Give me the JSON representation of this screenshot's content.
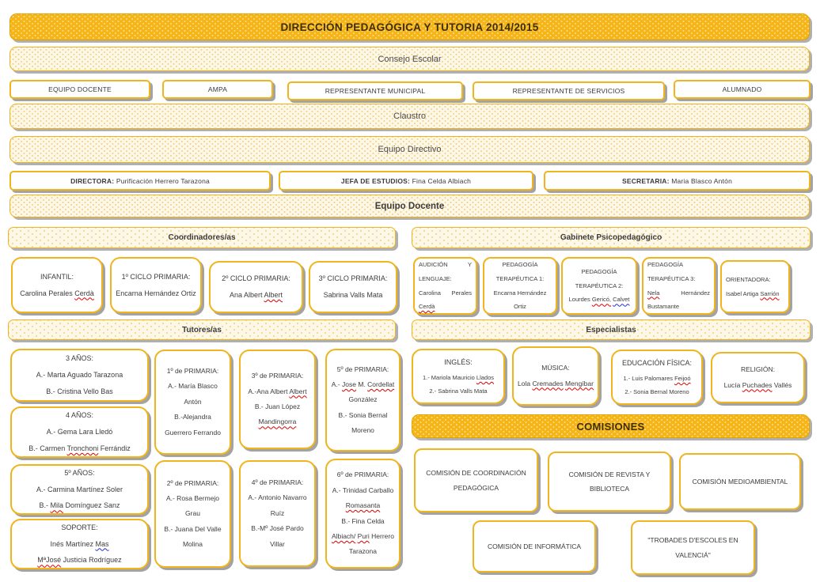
{
  "banners": {
    "title": "DIRECCIÓN PEDAGÓGICA Y TUTORIA 2014/2015",
    "consejo_escolar": "Consejo Escolar",
    "claustro": "Claustro",
    "equipo_directivo": "Equipo Directivo",
    "equipo_docente": "Equipo Docente",
    "comisiones": "COMISIONES"
  },
  "section_headers": {
    "coordinadores": "Coordinadores/as",
    "gabinete": "Gabinete Psicopedagógico",
    "tutores": "Tutores/as",
    "especialistas": "Especialistas"
  },
  "consejo_members": [
    "EQUIPO DOCENTE",
    "AMPA",
    "REPRESENTANTE MUNICIPAL",
    "REPRESENTANTE DE SERVICIOS",
    "ALUMNADO"
  ],
  "directivo": [
    {
      "label": "DIRECTORA:",
      "name": "Purificación Herrero Tarazona"
    },
    {
      "label": "JEFA DE ESTUDIOS:",
      "name": "Fina Celda Albiach"
    },
    {
      "label": "SECRETARIA:",
      "name": "Maria Blasco Antón"
    }
  ],
  "coordinadores": [
    {
      "title": "INFANTIL:",
      "lines": [
        "Carolina Perales Cerdà"
      ]
    },
    {
      "title": "1º CICLO PRIMARIA:",
      "lines": [
        "Encarna Hernández Ortiz"
      ]
    },
    {
      "title": "2º CICLO PRIMARIA:",
      "lines": [
        "Ana Albert Albert"
      ]
    },
    {
      "title": "3º CICLO PRIMARIA:",
      "lines": [
        "Sabrina Valls Mata"
      ]
    }
  ],
  "gabinete": [
    {
      "title": "AUDICIÓN Y LENGUAJE:",
      "lines": [
        "Carolina Perales Cerdà"
      ]
    },
    {
      "title": "PEDAGOGÍA TERAPÉUTICA 1:",
      "lines": [
        "Encarna Hernández Ortiz"
      ]
    },
    {
      "title": "PEDAGOGÍA TERAPÉUTICA 2:",
      "lines": [
        "Lourdes Gericó, Calvet"
      ]
    },
    {
      "title": "PEDAGOGÍA TERAPÉUTICA 3:",
      "lines": [
        "Nela Hernández Bustamante"
      ]
    },
    {
      "title": "ORIENTADORA:",
      "lines": [
        "Isabel Artiga Sarrión"
      ]
    }
  ],
  "tutores": [
    {
      "title": "3 AÑOS:",
      "lines": [
        "A.- Marta Aguado Tarazona",
        "B.- Cristina Vello Bas"
      ]
    },
    {
      "title": "4 AÑOS:",
      "lines": [
        "A.- Gema Lara Lledó",
        "B.- Carmen Tronchoni Ferrándiz"
      ]
    },
    {
      "title": "5º AÑOS:",
      "lines": [
        "A.- Carmina Martínez Soler",
        "B.- Mila Domínguez Sanz"
      ]
    },
    {
      "title": "SOPORTE:",
      "lines": [
        "Inés Martínez Mas",
        "MªJosé Justicia Rodríguez"
      ]
    },
    {
      "title": "1º de PRIMARIA:",
      "lines": [
        "A.- María Blasco Antón",
        "B.-Alejandra Guerrero Ferrando"
      ]
    },
    {
      "title": "2º de PRIMARIA:",
      "lines": [
        "A.- Rosa Bermejo Grau",
        "B.- Juana Del Valle Molina"
      ]
    },
    {
      "title": "3º de PRIMARIA:",
      "lines": [
        "A.-Ana Albert Albert",
        "B.- Juan López Mandingorra"
      ]
    },
    {
      "title": "4º de PRIMARIA:",
      "lines": [
        "A.- Antonio Navarro Ruíz",
        "B.-Mº José Pardo Villar"
      ]
    },
    {
      "title": "5º de PRIMARIA:",
      "lines": [
        "A.- Jose M. Cordellat González",
        "B.- Sonia Bernal Moreno"
      ]
    },
    {
      "title": "6º de PRIMARIA:",
      "lines": [
        "A.- Trinidad Carballo Romasanta",
        "B.- Fina Celda Albiach/ Puri Herrero Tarazona"
      ]
    }
  ],
  "especialistas": [
    {
      "title": "INGLÉS:",
      "lines": [
        "1.- Mariola Mauricio Llados",
        "2.- Sabrina Valls Mata"
      ]
    },
    {
      "title": "MÚSICA:",
      "lines": [
        "Lola Cremades Mengíbar"
      ]
    },
    {
      "title": "EDUCACIÓN FÍSICA:",
      "lines": [
        "1.- Luis Palomares Feijoó",
        "2.- Sonia Bernal Moreno"
      ]
    },
    {
      "title": "RELIGIÓN:",
      "lines": [
        "Lucía Puchades Vallés"
      ]
    }
  ],
  "comisiones": [
    "COMISIÓN DE COORDINACIÓN PEDAGÓGICA",
    "COMISIÓN DE REVISTA Y BIBLIOTECA",
    "COMISIÓN MEDIOAMBIENTAL",
    "COMISIÓN DE INFORMÁTICA",
    "\"TROBADES D'ESCOLES EN VALENCIÁ\""
  ],
  "spellcheck": {
    "red": [
      "Cerdà",
      "Albert",
      "Gericó,",
      "Nela",
      "Sarrión",
      "Tronchoni",
      "Mila",
      "MªJosé",
      "Mandingorra",
      "Jose",
      "Cordellat",
      "Romasanta",
      "Albiach/",
      "Puri",
      "Llados",
      "Cremades",
      "Mengíbar",
      "Feijoó",
      "Puchades"
    ],
    "blue": [
      "Calvet",
      "Mas"
    ]
  },
  "colors": {
    "gold": "#F5B517",
    "border_gold": "#F1B41C",
    "cream": "#FDF7E7",
    "title_text": "#3E2E02",
    "spell_red": "#DB0000",
    "grammar_blue": "#2A2AD8"
  }
}
